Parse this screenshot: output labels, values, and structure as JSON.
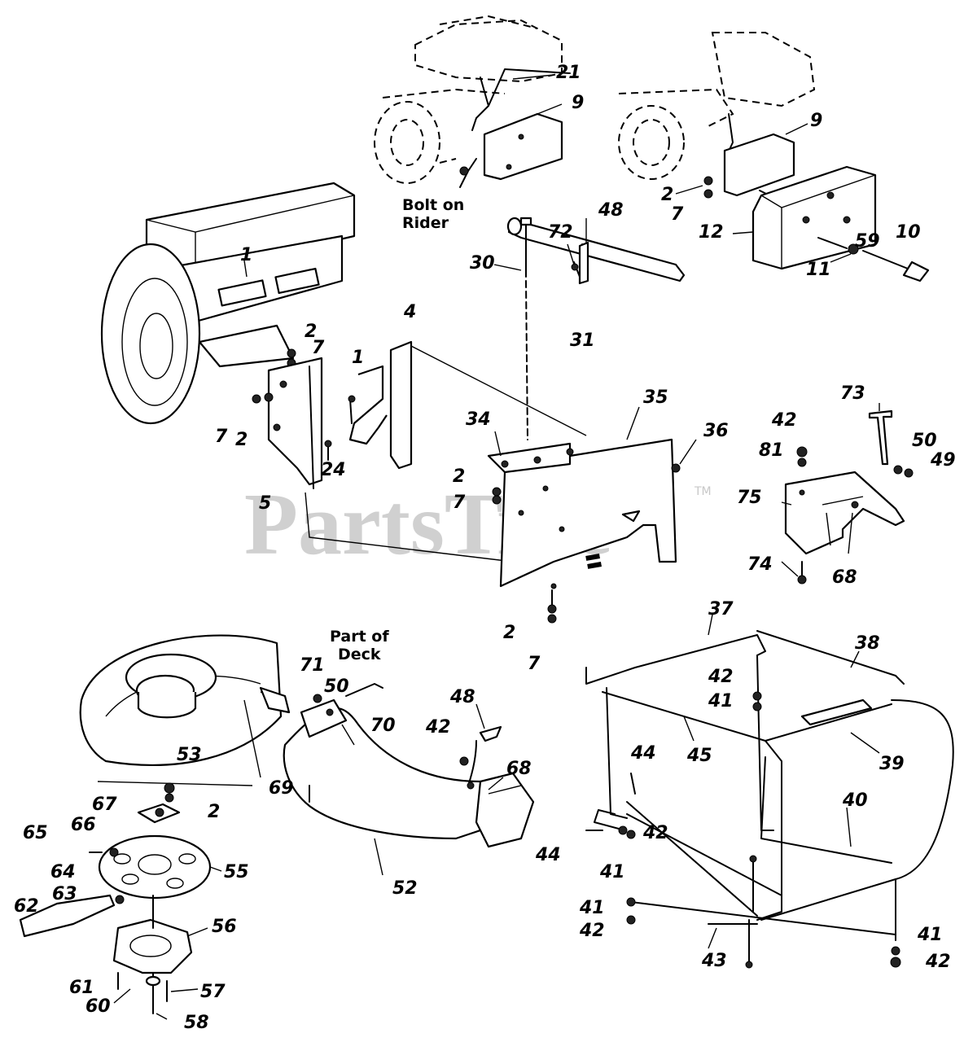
{
  "watermark": {
    "text": "PartsTree",
    "trademark": "TM"
  },
  "notes": {
    "bolt_on_rider": [
      "Bolt on",
      "Rider"
    ],
    "part_of_deck": [
      "Part of",
      "Deck"
    ]
  },
  "callouts": {
    "c21": "21",
    "c9a": "9",
    "c9b": "9",
    "c2a": "2",
    "c7a": "7",
    "c12": "12",
    "c59": "59",
    "c10": "10",
    "c11": "11",
    "c48a": "48",
    "c72": "72",
    "c30": "30",
    "c31": "31",
    "c1a": "1",
    "c4": "4",
    "c1b": "1",
    "c2b": "2",
    "c7b": "7",
    "c7c": "7",
    "c2c": "2",
    "c24": "24",
    "c5": "5",
    "c35": "35",
    "c34": "34",
    "c36": "36",
    "c2d": "2",
    "c7d": "7",
    "c73": "73",
    "c42a": "42",
    "c81": "81",
    "c50a": "50",
    "c49": "49",
    "c75": "75",
    "c74": "74",
    "c68a": "68",
    "c2e": "2",
    "c7e": "7",
    "c37": "37",
    "c38": "38",
    "c42b": "42",
    "c41a": "41",
    "c45": "45",
    "c39": "39",
    "c44a": "44",
    "c40": "40",
    "c44b": "44",
    "c42c": "42",
    "c41b": "41",
    "c41c": "41",
    "c42d": "42",
    "c43": "43",
    "c41d": "41",
    "c42e": "42",
    "c71": "71",
    "c50b": "50",
    "c70": "70",
    "c48b": "48",
    "c42f": "42",
    "c68b": "68",
    "c69": "69",
    "c52": "52",
    "c53": "53",
    "c67": "67",
    "c2f": "2",
    "c66": "66",
    "c65": "65",
    "c64": "64",
    "c55": "55",
    "c63": "63",
    "c62": "62",
    "c56": "56",
    "c61": "61",
    "c60": "60",
    "c57": "57",
    "c58": "58"
  }
}
